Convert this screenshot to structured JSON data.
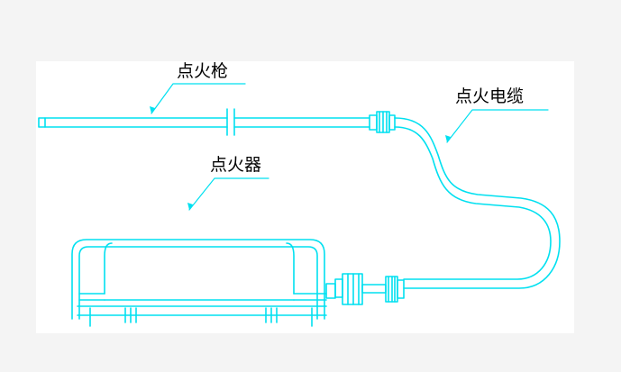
{
  "labels": {
    "igniter_gun": "点火枪",
    "igniter_cable": "点火电缆",
    "igniter_device": "点火器"
  },
  "colors": {
    "drawing_line": "#00e0f0",
    "leader_line": "#00e0f0",
    "label_text": "#000000",
    "background": "#f4f4f4",
    "drawing_background": "#ffffff"
  }
}
